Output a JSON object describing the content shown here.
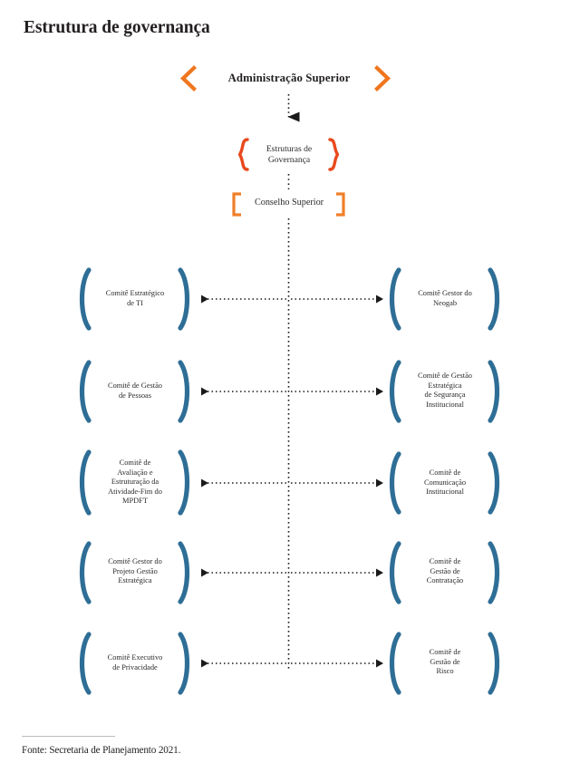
{
  "page": {
    "title": "Estrutura de governança",
    "background_color": "#ffffff"
  },
  "colors": {
    "brace_orange": "#E8491D",
    "bracket_orange": "#F07F2A",
    "chevron_orange": "#F0761E",
    "node_blue": "#2E6E96",
    "connector_black": "#1a1a1a",
    "text_dark": "#231f20",
    "rule_gray": "#bcbcbc"
  },
  "diagram": {
    "type": "org-hierarchy",
    "top_node": {
      "label": "Administração Superior",
      "decoration": "chevron-left-right",
      "decoration_color": "#F0761E"
    },
    "governance_node": {
      "label": "Estruturas de\nGovernança",
      "decoration": "curly-braces",
      "decoration_color": "#E8491D"
    },
    "council_node": {
      "label": "Conselho Superior",
      "decoration": "square-brackets",
      "decoration_color": "#F07F2A"
    },
    "committee_rows": [
      {
        "left": "Comitê Estratégico\nde TI",
        "right": "Comitê Gestor do\nNeogab"
      },
      {
        "left": "Comitê de Gestão\nde Pessoas",
        "right": "Comitê de Gestão\nEstratégica\nde Segurança\nInstitucional"
      },
      {
        "left": "Comitê de\nAvaliação e\nEstruturação da\nAtividade-Fim do\nMPDFT",
        "right": "Comitê de\nComunicação\nInstitucional"
      },
      {
        "left": "Comitê Gestor do\nProjeto Gestão\nEstratégica",
        "right": "Comitê de\nGestão de\nContratação"
      },
      {
        "left": "Comitê Executivo\nde Privacidade",
        "right": "Comitê de\nGestão de\nRisco"
      }
    ]
  },
  "footer": {
    "source": "Fonte: Secretaria de Planejamento 2021."
  }
}
